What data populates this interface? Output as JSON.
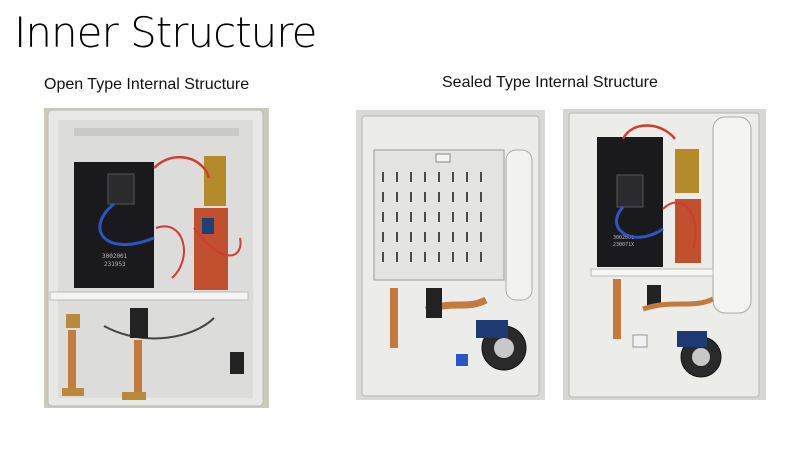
{
  "heading": {
    "title": "Inner Structure"
  },
  "captions": {
    "open": "Open Type Internal Structure",
    "sealed": "Sealed Type Internal Structure"
  },
  "photos": {
    "open": {
      "label_lines": [
        "3002001",
        "231953"
      ]
    },
    "sealed_right": {
      "label_lines": [
        "3002001",
        "230071X"
      ]
    }
  }
}
